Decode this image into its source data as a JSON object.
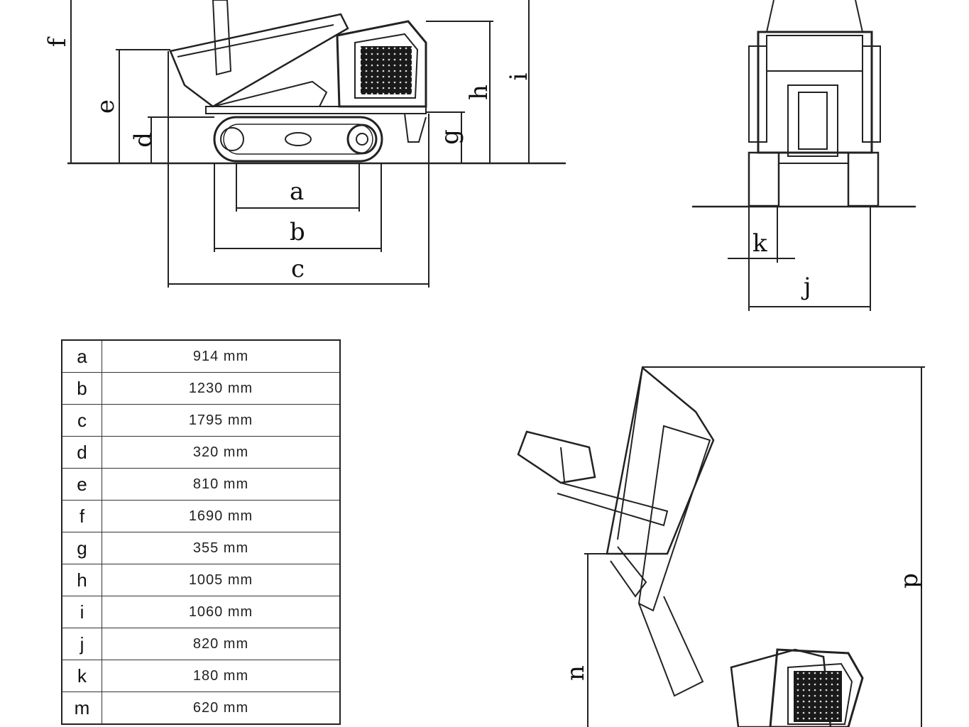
{
  "labels": {
    "side_view": [
      "a",
      "b",
      "c",
      "d",
      "e",
      "f",
      "g",
      "h",
      "i"
    ],
    "front_view": [
      "k",
      "j"
    ],
    "raised_view": [
      "n",
      "p"
    ]
  },
  "specs": [
    {
      "key": "a",
      "value": "914 mm"
    },
    {
      "key": "b",
      "value": "1230 mm"
    },
    {
      "key": "c",
      "value": "1795 mm"
    },
    {
      "key": "d",
      "value": "320 mm"
    },
    {
      "key": "e",
      "value": "810 mm"
    },
    {
      "key": "f",
      "value": "1690 mm"
    },
    {
      "key": "g",
      "value": "355 mm"
    },
    {
      "key": "h",
      "value": "1005 mm"
    },
    {
      "key": "i",
      "value": "1060 mm"
    },
    {
      "key": "j",
      "value": "820 mm"
    },
    {
      "key": "k",
      "value": "180 mm"
    },
    {
      "key": "m",
      "value": "620 mm"
    }
  ]
}
